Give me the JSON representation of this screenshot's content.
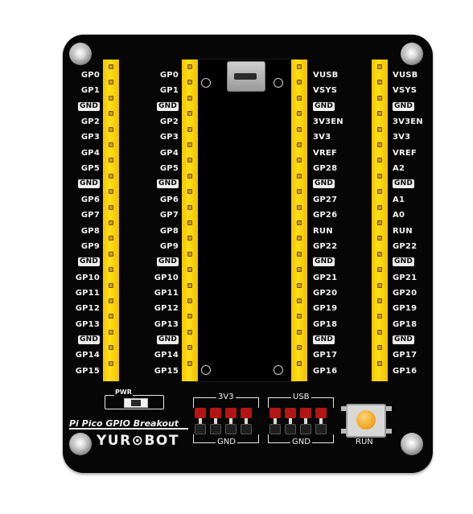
{
  "left_outer_labels": [
    "GP0",
    "GP1",
    "GND",
    "GP2",
    "GP3",
    "GP4",
    "GP5",
    "GND",
    "GP6",
    "GP7",
    "GP8",
    "GP9",
    "GND",
    "GP10",
    "GP11",
    "GP12",
    "GP13",
    "GND",
    "GP14",
    "GP15"
  ],
  "left_inner_labels": [
    "GP0",
    "GP1",
    "GND",
    "GP2",
    "GP3",
    "GP4",
    "GP5",
    "GND",
    "GP6",
    "GP7",
    "GP8",
    "GP9",
    "GND",
    "GP10",
    "GP11",
    "GP12",
    "GP13",
    "GND",
    "GP14",
    "GP15"
  ],
  "right_inner_labels": [
    "VUSB",
    "VSYS",
    "GND",
    "3V3EN",
    "3V3",
    "VREF",
    "GP28",
    "GND",
    "GP27",
    "GP26",
    "RUN",
    "GP22",
    "GND",
    "GP21",
    "GP20",
    "GP19",
    "GP18",
    "GND",
    "GP17",
    "GP16"
  ],
  "right_outer_labels": [
    "VUSB",
    "VSYS",
    "GND",
    "3V3EN",
    "3V3",
    "VREF",
    "A2",
    "GND",
    "A1",
    "A0",
    "RUN",
    "GP22",
    "GND",
    "GP21",
    "GP20",
    "GP19",
    "GP18",
    "GND",
    "GP17",
    "GP16"
  ],
  "pwr_label": "PWR",
  "header_3v3_label": "3V3",
  "header_usb_label": "USB",
  "header_gnd_left": "GND",
  "header_gnd_right": "GND",
  "board_title": "Pi Pico GPIO Breakout",
  "brand": "YUR⊙BOT",
  "run_label": "RUN",
  "colors": {
    "board": "#060606",
    "header": "#f5cc00",
    "pin_header_red": "#b31515",
    "button": "#f2a521"
  }
}
